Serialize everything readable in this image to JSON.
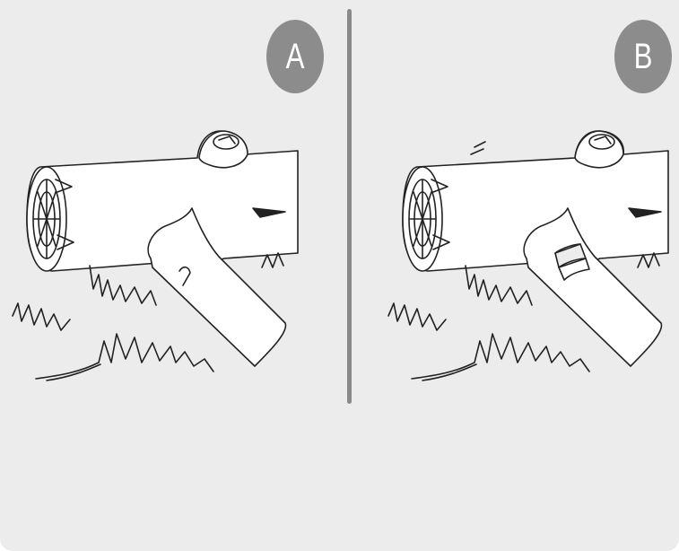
{
  "panels": [
    {
      "label": "A"
    },
    {
      "label": "B"
    }
  ],
  "colors": {
    "background": "#ececec",
    "badge": "#8c8c8c",
    "divider": "#8a8a8a",
    "stroke": "#222222"
  },
  "icons": [
    "log-illustration",
    "grass-illustration",
    "cut-branch-illustration",
    "collar-ring-illustration"
  ]
}
